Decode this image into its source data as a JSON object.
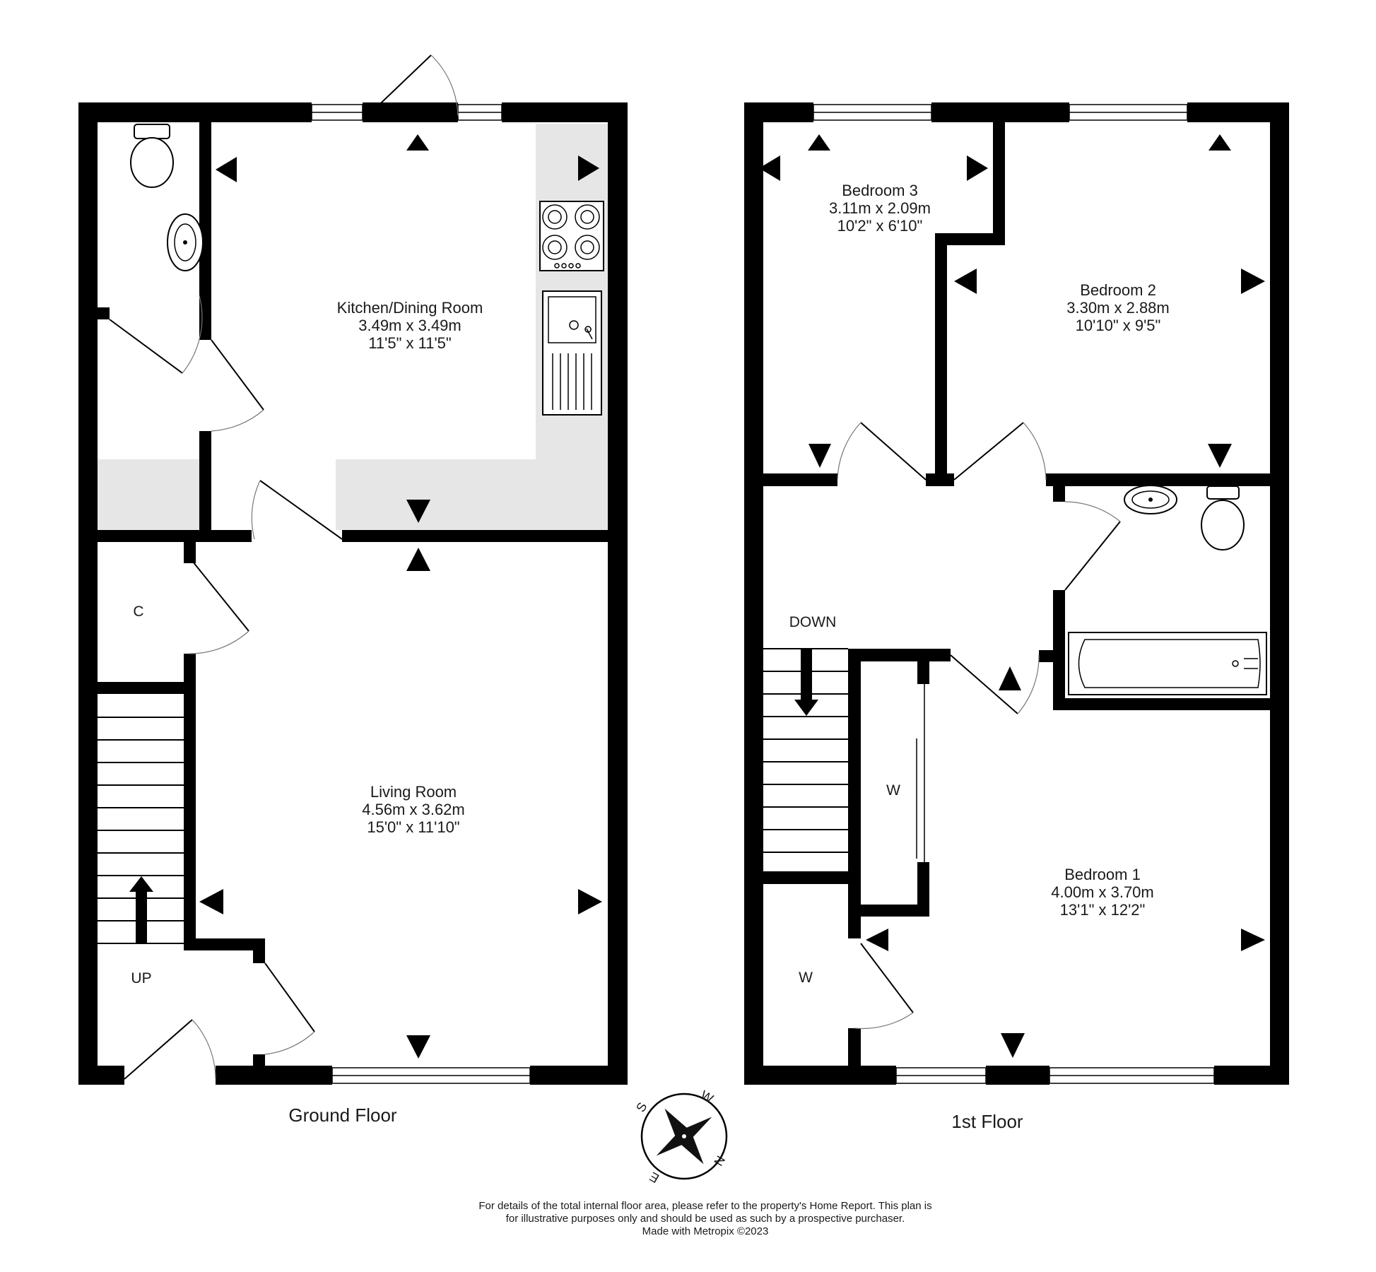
{
  "ground_floor": {
    "label": "Ground Floor",
    "rooms": [
      {
        "id": "kitchen",
        "name": "Kitchen/Dining Room",
        "metric": "3.49m  x 3.49m",
        "imperial": "11'5\"  x 11'5\""
      },
      {
        "id": "living",
        "name": "Living Room",
        "metric": "4.56m  x 3.62m",
        "imperial": "15'0\"  x 11'10\""
      }
    ],
    "cupboard_label": "C",
    "stairs_label": "UP"
  },
  "first_floor": {
    "label": "1st Floor",
    "rooms": [
      {
        "id": "bedroom3",
        "name": "Bedroom 3",
        "metric": "3.11m  x 2.09m",
        "imperial": "10'2\"  x 6'10\""
      },
      {
        "id": "bedroom2",
        "name": "Bedroom 2",
        "metric": "3.30m  x 2.88m",
        "imperial": "10'10\"  x 9'5\""
      },
      {
        "id": "bedroom1",
        "name": "Bedroom 1",
        "metric": "4.00m  x 3.70m",
        "imperial": "13'1\"  x 12'2\""
      }
    ],
    "wardrobe_label_1": "W",
    "wardrobe_label_2": "W",
    "stairs_label": "DOWN"
  },
  "compass": {
    "letters": [
      "S",
      "W",
      "N",
      "E"
    ]
  },
  "footer": {
    "line1": "For details of the total internal floor area, please refer to the property's Home Report. This plan is",
    "line2": "for illustrative purposes only and should be used as such by a prospective purchaser.",
    "line3": "Made with Metropix ©2023"
  }
}
